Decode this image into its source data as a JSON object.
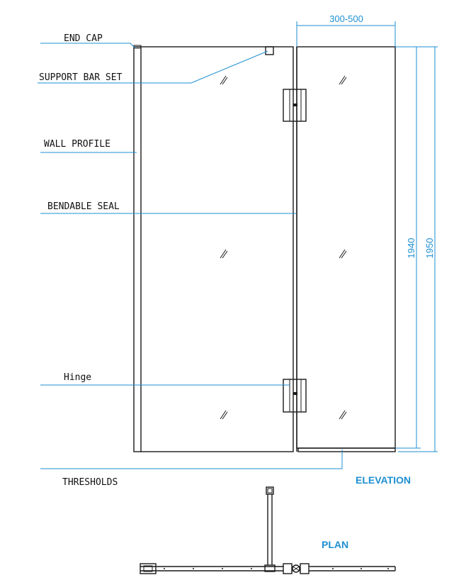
{
  "colors": {
    "linework": "#1a1a1a",
    "dimension": "#1e8fd2",
    "background": "#ffffff"
  },
  "labels": {
    "end_cap": "END CAP",
    "support_bar_set": "SUPPORT BAR SET",
    "wall_profile": "WALL PROFILE",
    "bendable_seal": "BENDABLE SEAL",
    "hinge": "Hinge",
    "thresholds": "THRESHOLDS"
  },
  "dimensions": {
    "panel_width": "300-500",
    "inner_height": "1940",
    "overall_height": "1950"
  },
  "views": {
    "elevation": "ELEVATION",
    "plan": "PLAN"
  },
  "icons": [
    "glass-reflection-icon"
  ]
}
